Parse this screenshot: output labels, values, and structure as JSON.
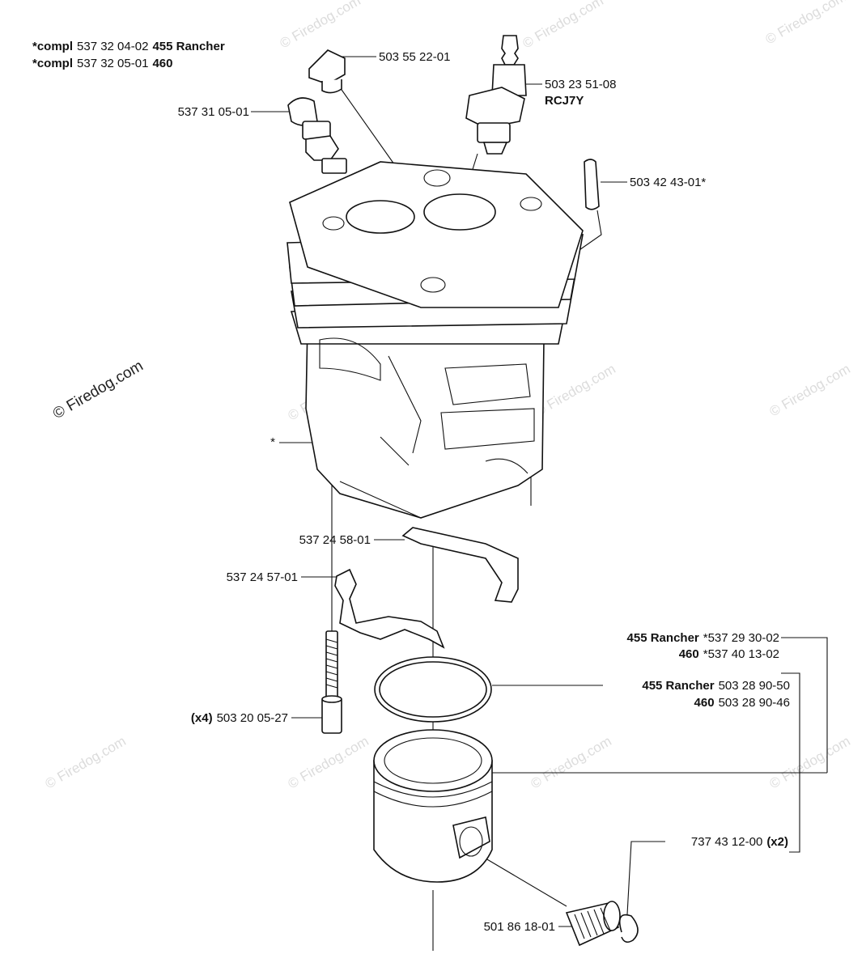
{
  "header": {
    "line1": {
      "prefix": "*compl",
      "number": "537 32 04-02",
      "model": "455 Rancher"
    },
    "line2": {
      "prefix": "*compl",
      "number": "537 32 05-01",
      "model": "460"
    }
  },
  "watermark": {
    "text": "© Firedog.com"
  },
  "callouts": {
    "plug_bolt": "503 55 22-01",
    "spark_plug": "503 23 51-08",
    "spark_plug_code": "RCJ7Y",
    "decomp_valve": "537 31 05-01",
    "nipple": "503 42 43-01*",
    "star": "*",
    "gasket_top": "537 24 58-01",
    "gasket_bottom": "537 24 57-01",
    "screw": {
      "qty": "(x4)",
      "number": "503 20 05-27"
    },
    "piston_kit_455": {
      "model": "455 Rancher",
      "number": "*537 29 30-02"
    },
    "piston_kit_460": {
      "model": "460",
      "number": "*537 40 13-02"
    },
    "ring_455": {
      "model": "455 Rancher",
      "number": "503 28 90-50"
    },
    "ring_460": {
      "model": "460",
      "number": "503 28 90-46"
    },
    "circlip": {
      "number": "737 43 12-00",
      "qty": "(x2)"
    },
    "bearing": "501 86 18-01"
  }
}
